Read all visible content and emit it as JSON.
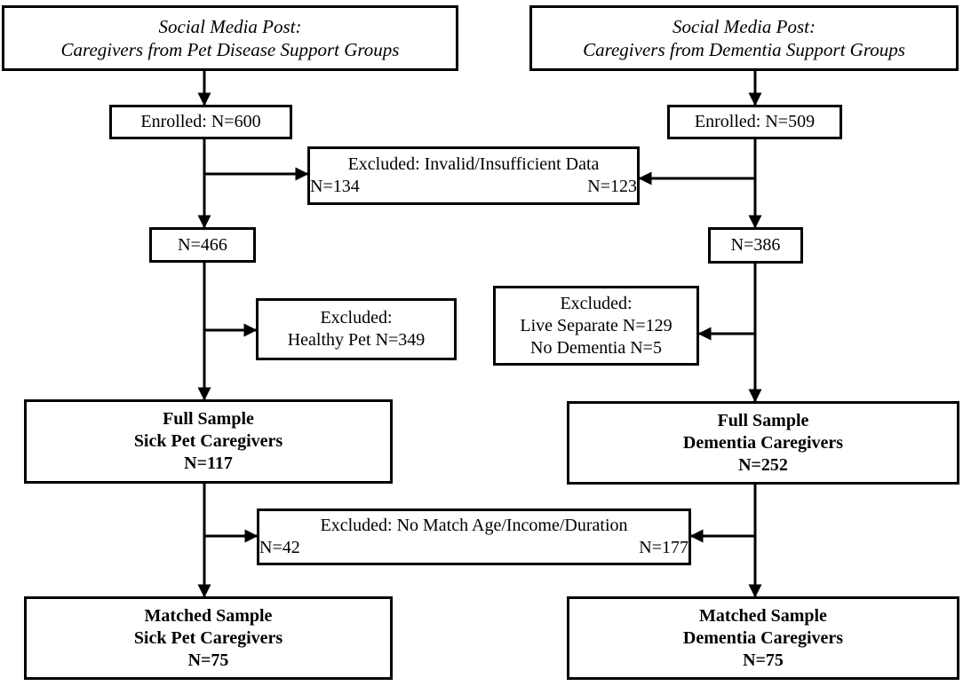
{
  "left": {
    "source_line1": "Social Media Post:",
    "source_line2": "Caregivers  from Pet Disease Support Groups",
    "enrolled": "Enrolled:  N=600",
    "after_invalid": "N=466",
    "excluded_title": "Excluded:",
    "excluded_detail": "Healthy  Pet N=349",
    "full_title": "Full Sample",
    "full_group": "Sick Pet Caregivers",
    "full_n": "N=117",
    "matched_title": "Matched Sample",
    "matched_group": "Sick Pet Caregivers",
    "matched_n": "N=75"
  },
  "right": {
    "source_line1": "Social Media Post:",
    "source_line2": "Caregivers  from Dementia Support Groups",
    "enrolled": "Enrolled:  N=509",
    "after_invalid": "N=386",
    "excluded_title": "Excluded:",
    "excluded_line1": "Live  Separate N=129",
    "excluded_line2": "No Dementia  N=5",
    "full_title": "Full Sample",
    "full_group": "Dementia Caregivers",
    "full_n": "N=252",
    "matched_title": "Matched Sample",
    "matched_group": "Dementia Caregivers",
    "matched_n": "N=75"
  },
  "shared": {
    "invalid_title": "Excluded:  Invalid/Insufficient  Data",
    "invalid_left_n": "N=134",
    "invalid_right_n": "N=123",
    "match_title": "Excluded:  No Match Age/Income/Duration",
    "match_left_n": "N=42",
    "match_right_n": "N=177"
  },
  "colors": {
    "stroke": "#000000",
    "background": "#ffffff"
  }
}
